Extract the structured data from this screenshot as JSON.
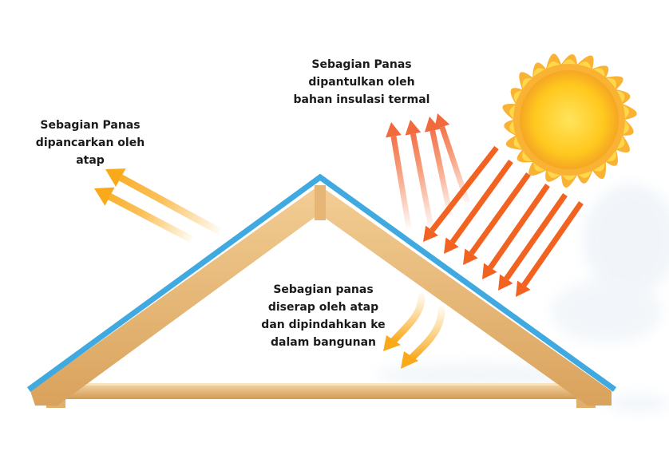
{
  "labels": {
    "reflected": [
      "Sebagian Panas",
      "dipantulkan oleh",
      "bahan insulasi termal"
    ],
    "emitted": [
      "Sebagian Panas",
      "dipancarkan oleh",
      "atap"
    ],
    "absorbed": [
      "Sebagian panas",
      "diserap oleh atap",
      "dan dipindahkan ke",
      "dalam bangunan"
    ]
  },
  "icons": {
    "sun": "sun-icon",
    "roof": "roof-truss",
    "incoming_arrows": "sunlight-arrow-icon",
    "reflected_arrows": "reflected-heat-arrow-icon",
    "emitted_arrows": "emitted-heat-arrow-icon",
    "absorbed_arrows": "absorbed-heat-arrow-icon"
  },
  "colors": {
    "sun_core": "#FFD21A",
    "sun_flame": "#F5A623",
    "incoming": "#F26322",
    "reflected": "#F47A4A",
    "emitted": "#F9B233",
    "absorbed": "#F9B233",
    "roof_membrane": "#3FA9E0",
    "wood": "#E8B878",
    "wood_dark": "#C98F4E"
  }
}
